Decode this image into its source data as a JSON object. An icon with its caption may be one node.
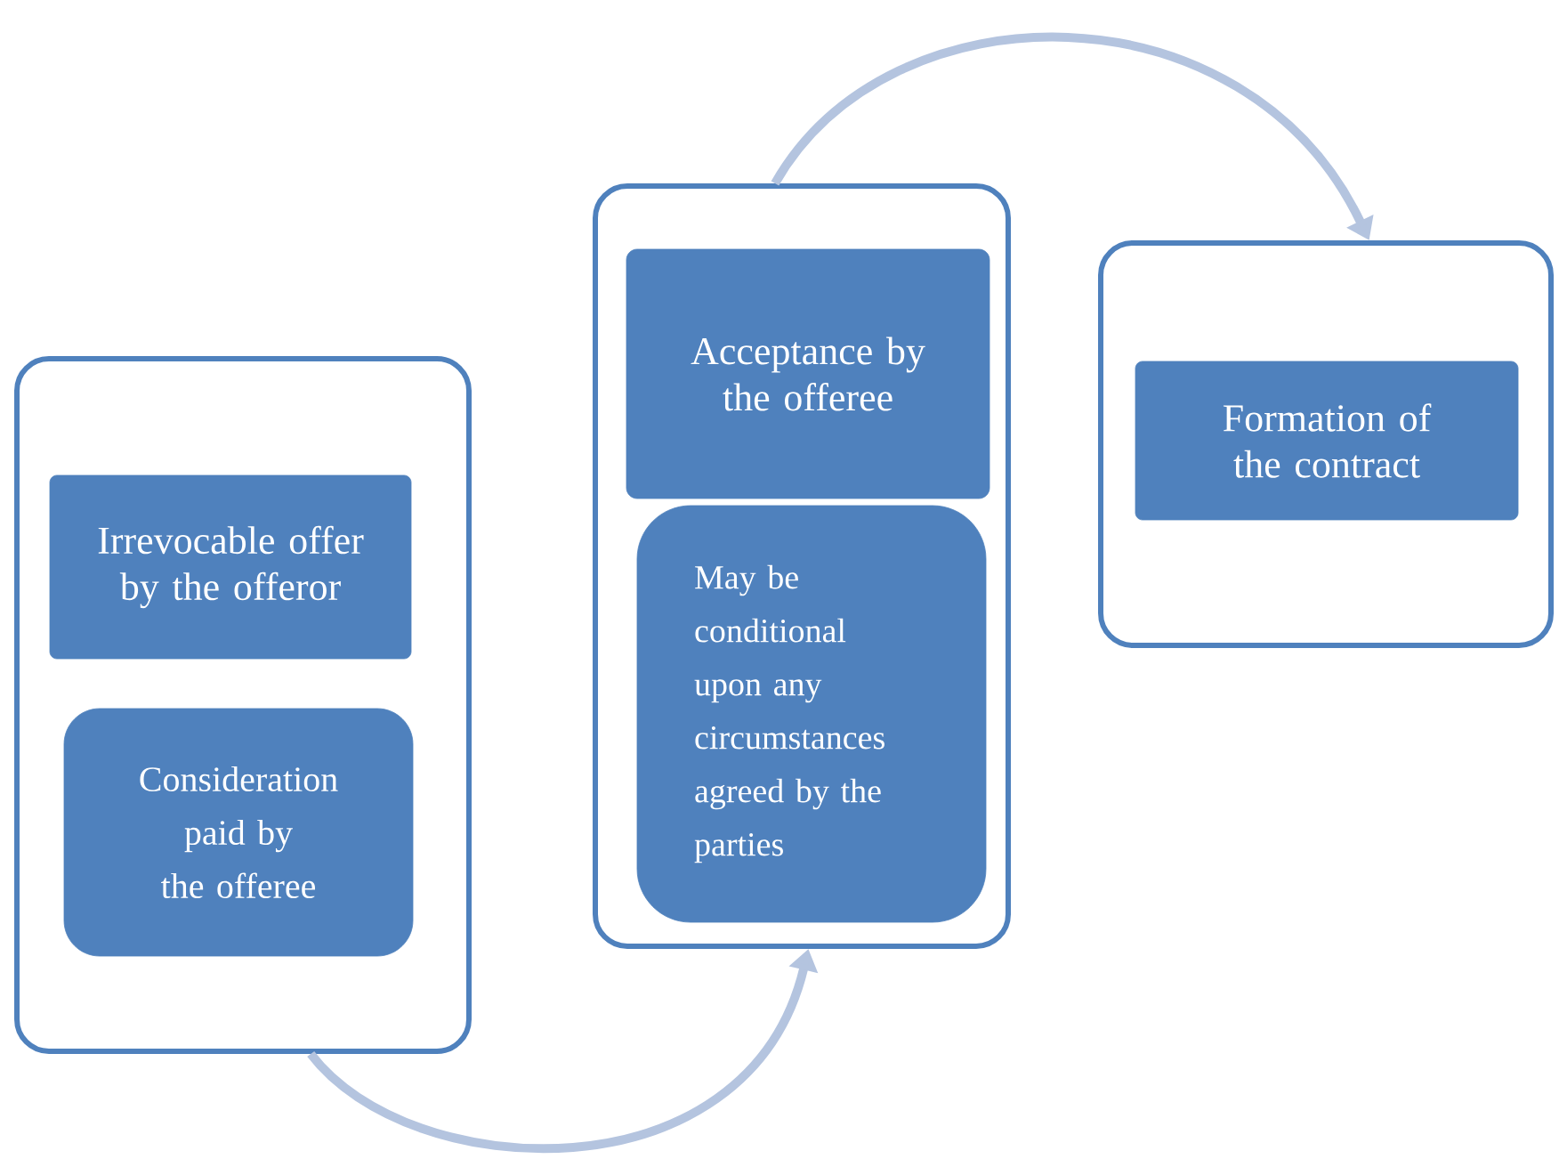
{
  "diagram": {
    "nodes": [
      {
        "text": [],
        "shape": "box"
      },
      {
        "text": [
          "Irrevocable offer by the offeror"
        ],
        "in": 0
      },
      {
        "text": [
          "Consideration paid by the offeree"
        ],
        "in": 0
      },
      {
        "text": [],
        "shape": "box"
      },
      {
        "text": [
          "Acceptance by the offeree"
        ],
        "in": 3
      },
      {
        "text": [
          "May be conditional upon any circumstances agreed by the parties"
        ],
        "in": 3
      },
      {
        "text": [],
        "shape": "box"
      },
      {
        "text": [
          "Formation of the contract"
        ],
        "in": 6
      }
    ],
    "edges": [
      {
        "from": 0,
        "to": 3,
        "arrow": "to"
      },
      {
        "from": 3,
        "to": 6,
        "arrow": "to"
      }
    ]
  }
}
